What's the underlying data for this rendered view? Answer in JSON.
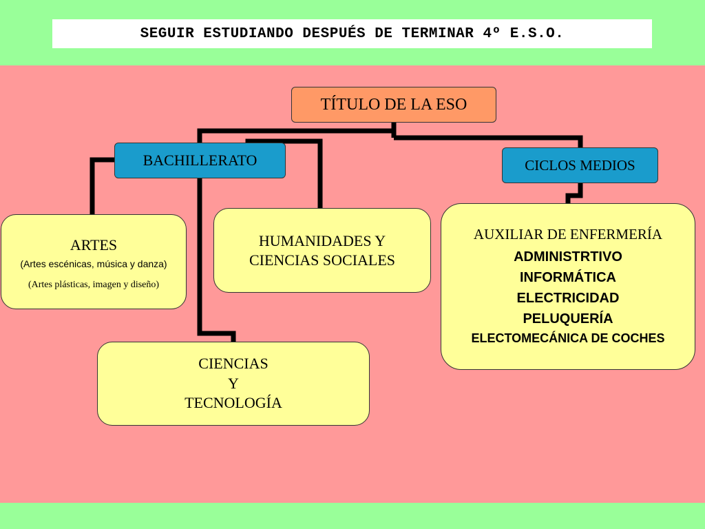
{
  "title": "SEGUIR ESTUDIANDO DESPUÉS DE TERMINAR 4º E.S.O.",
  "root": {
    "label": "TÍTULO DE LA ESO"
  },
  "bachillerato": {
    "label": "BACHILLERATO",
    "artes": {
      "label": "ARTES",
      "sub1": "(Artes escénicas, música y danza)",
      "sub2": "(Artes plásticas, imagen y diseño)"
    },
    "humanidades": {
      "line1": "HUMANIDADES Y",
      "line2": "CIENCIAS SOCIALES"
    },
    "ciencias": {
      "line1": "CIENCIAS",
      "line2": "Y",
      "line3": "TECNOLOGÍA"
    }
  },
  "ciclos": {
    "label": "CICLOS MEDIOS",
    "items": [
      "AUXILIAR DE ENFERMERÍA",
      "ADMINISTRTIVO",
      "INFORMÁTICA",
      "ELECTRICIDAD",
      "PELUQUERÍA",
      "ELECTOMECÁNICA DE COCHES"
    ]
  },
  "colors": {
    "header_band": "#99ff99",
    "canvas": "#ff9999",
    "root": "#ff9966",
    "branch": "#1a9ccc",
    "leaf": "#ffff99",
    "connector": "#000000"
  }
}
